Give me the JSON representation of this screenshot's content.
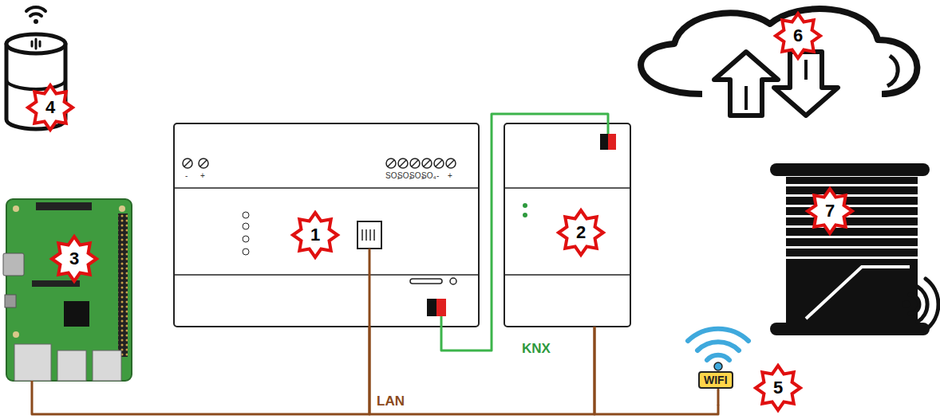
{
  "diagram": {
    "nodes": [
      {
        "text": [
          "4"
        ]
      },
      {
        "text": [
          "6"
        ]
      },
      {
        "text": [
          "3"
        ]
      },
      {
        "text": [
          "1"
        ]
      },
      {
        "text": [
          "2"
        ]
      },
      {
        "text": [
          "7"
        ]
      },
      {
        "text": [
          "WIFI",
          "5"
        ]
      }
    ],
    "edges": [
      {
        "from": 2,
        "to": 3,
        "arrow": "none",
        "label": "LAN"
      },
      {
        "from": 3,
        "to": 4,
        "arrow": "none",
        "label": "KNX"
      },
      {
        "from": 3,
        "to": 4,
        "arrow": "none"
      },
      {
        "from": 4,
        "to": 6,
        "arrow": "none"
      }
    ],
    "labels": [
      "-",
      "+",
      "SO₁",
      "SO₂",
      "SO₃",
      "SO₄",
      "-",
      "+"
    ]
  }
}
